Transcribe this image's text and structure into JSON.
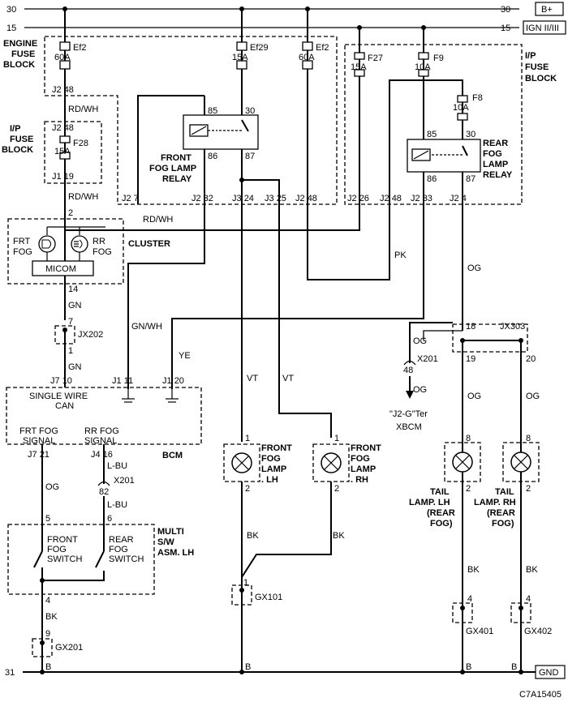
{
  "rails": {
    "b_plus": {
      "num": "30",
      "label": "B+"
    },
    "ign": {
      "num": "15",
      "label": "IGN II/III"
    },
    "gnd": {
      "num": "31",
      "label": "GND"
    }
  },
  "blocks": {
    "engine_fuse": [
      "ENGINE",
      "FUSE",
      "BLOCK"
    ],
    "ip_fuse_left": [
      "I/P",
      "FUSE",
      "BLOCK"
    ],
    "ip_fuse_right": [
      "I/P",
      "FUSE",
      "BLOCK"
    ],
    "cluster": "CLUSTER",
    "micom": "MICOM",
    "bcm": "BCM",
    "single_wire_can": [
      "SINGLE WIRE",
      "CAN"
    ],
    "multi_sw": [
      "MULTI",
      "S/W",
      "ASM. LH"
    ]
  },
  "fuses": {
    "ef2_left": {
      "name": "Ef2",
      "rating": "60A"
    },
    "ef29": {
      "name": "Ef29",
      "rating": "15A"
    },
    "ef2_right": {
      "name": "Ef2",
      "rating": "60A"
    },
    "f27": {
      "name": "F27",
      "rating": "15A"
    },
    "f9": {
      "name": "F9",
      "rating": "10A"
    },
    "f8": {
      "name": "F8",
      "rating": "10A"
    },
    "f28": {
      "name": "F28",
      "rating": "15A"
    }
  },
  "relays": {
    "front": {
      "label": [
        "FRONT",
        "FOG LAMP",
        "RELAY"
      ],
      "pins": [
        "85",
        "30",
        "86",
        "87"
      ]
    },
    "rear": {
      "label": [
        "REAR",
        "FOG",
        "LAMP",
        "RELAY"
      ],
      "pins": [
        "85",
        "30",
        "86",
        "87"
      ]
    }
  },
  "connectors": {
    "j2_48_top": {
      "conn": "J2",
      "pin": "48"
    },
    "j2_48_mid": {
      "conn": "J2",
      "pin": "48"
    },
    "j1_19": {
      "conn": "J1",
      "pin": "19"
    },
    "j2_7": {
      "conn": "J2",
      "pin": "7"
    },
    "j2_32": {
      "conn": "J2",
      "pin": "32"
    },
    "j3_24": {
      "conn": "J3",
      "pin": "24"
    },
    "j3_25": {
      "conn": "J3",
      "pin": "25"
    },
    "j2_48_r": {
      "conn": "J2",
      "pin": "48"
    },
    "j2_26": {
      "conn": "J2",
      "pin": "26"
    },
    "j2_48_r2": {
      "conn": "J2",
      "pin": "48"
    },
    "j2_33": {
      "conn": "J2",
      "pin": "33"
    },
    "j2_4": {
      "conn": "J2",
      "pin": "4"
    },
    "j7_10": {
      "conn": "J7",
      "pin": "10"
    },
    "j1_11": {
      "conn": "J1",
      "pin": "11"
    },
    "j1_20": {
      "conn": "J1",
      "pin": "20"
    },
    "j7_21": {
      "conn": "J7",
      "pin": "21"
    },
    "j4_16": {
      "conn": "J4",
      "pin": "16"
    }
  },
  "pins": {
    "cluster_in": "2",
    "cluster_out": "14",
    "jx202_a": "7",
    "jx202_b": "1",
    "sw_5": "5",
    "sw_6": "6",
    "sw_4": "4",
    "gx201_pin": "9",
    "front_lh_1": "1",
    "front_lh_2": "2",
    "front_rh_1": "1",
    "front_rh_2": "2",
    "gx101_pin": "1",
    "jx303_18": "18",
    "jx303_19": "19",
    "jx303_20": "20",
    "tail_lh_8": "8",
    "tail_lh_2": "2",
    "tail_rh_8": "8",
    "tail_rh_2": "2",
    "gx401_pin": "4",
    "gx402_pin": "4",
    "x201_a": "82",
    "x201_b": "48"
  },
  "wires": {
    "rdwh_1": "RD/WH",
    "rdwh_2": "RD/WH",
    "rdwh_3": "RD/WH",
    "gn_1": "GN",
    "gn_2": "GN",
    "gnwh": "GN/WH",
    "ye": "YE",
    "vt_1": "VT",
    "vt_2": "VT",
    "pk": "PK",
    "og_1": "OG",
    "og_2": "OG",
    "og_3": "OG",
    "og_4": "OG",
    "og_5": "OG",
    "og_6": "OG",
    "lbu_1": "L-BU",
    "lbu_2": "L-BU",
    "bk_1": "BK",
    "bk_2": "BK",
    "bk_3": "BK",
    "bk_4": "BK",
    "bk_5": "BK"
  },
  "components": {
    "frt_fog": [
      "FRT",
      "FOG"
    ],
    "rr_fog": [
      "RR",
      "FOG"
    ],
    "frt_fog_signal": [
      "FRT FOG",
      "SIGNAL"
    ],
    "rr_fog_signal": [
      "RR FOG",
      "SIGNAL"
    ],
    "front_fog_switch": [
      "FRONT",
      "FOG",
      "SWITCH"
    ],
    "rear_fog_switch": [
      "REAR",
      "FOG",
      "SWITCH"
    ],
    "front_lamp_lh": [
      "FRONT",
      "FOG",
      "LAMP",
      ". LH"
    ],
    "front_lamp_rh": [
      "FRONT",
      "FOG",
      "LAMP",
      ". RH"
    ],
    "tail_lh": [
      "TAIL",
      "LAMP. LH",
      "(REAR",
      "FOG)"
    ],
    "tail_rh": [
      "TAIL",
      "LAMP. RH",
      "(REAR",
      "FOG)"
    ]
  },
  "refs": {
    "jx202": "JX202",
    "jx303": "JX303",
    "x201_a": "X201",
    "x201_b": "X201",
    "gx201": "GX201",
    "gx101": "GX101",
    "gx401": "GX401",
    "gx402": "GX402",
    "xbcm": [
      "\"J2-G\"Ter",
      "XBCM"
    ],
    "bottom_b": "B",
    "figure_id": "C7A15405"
  }
}
